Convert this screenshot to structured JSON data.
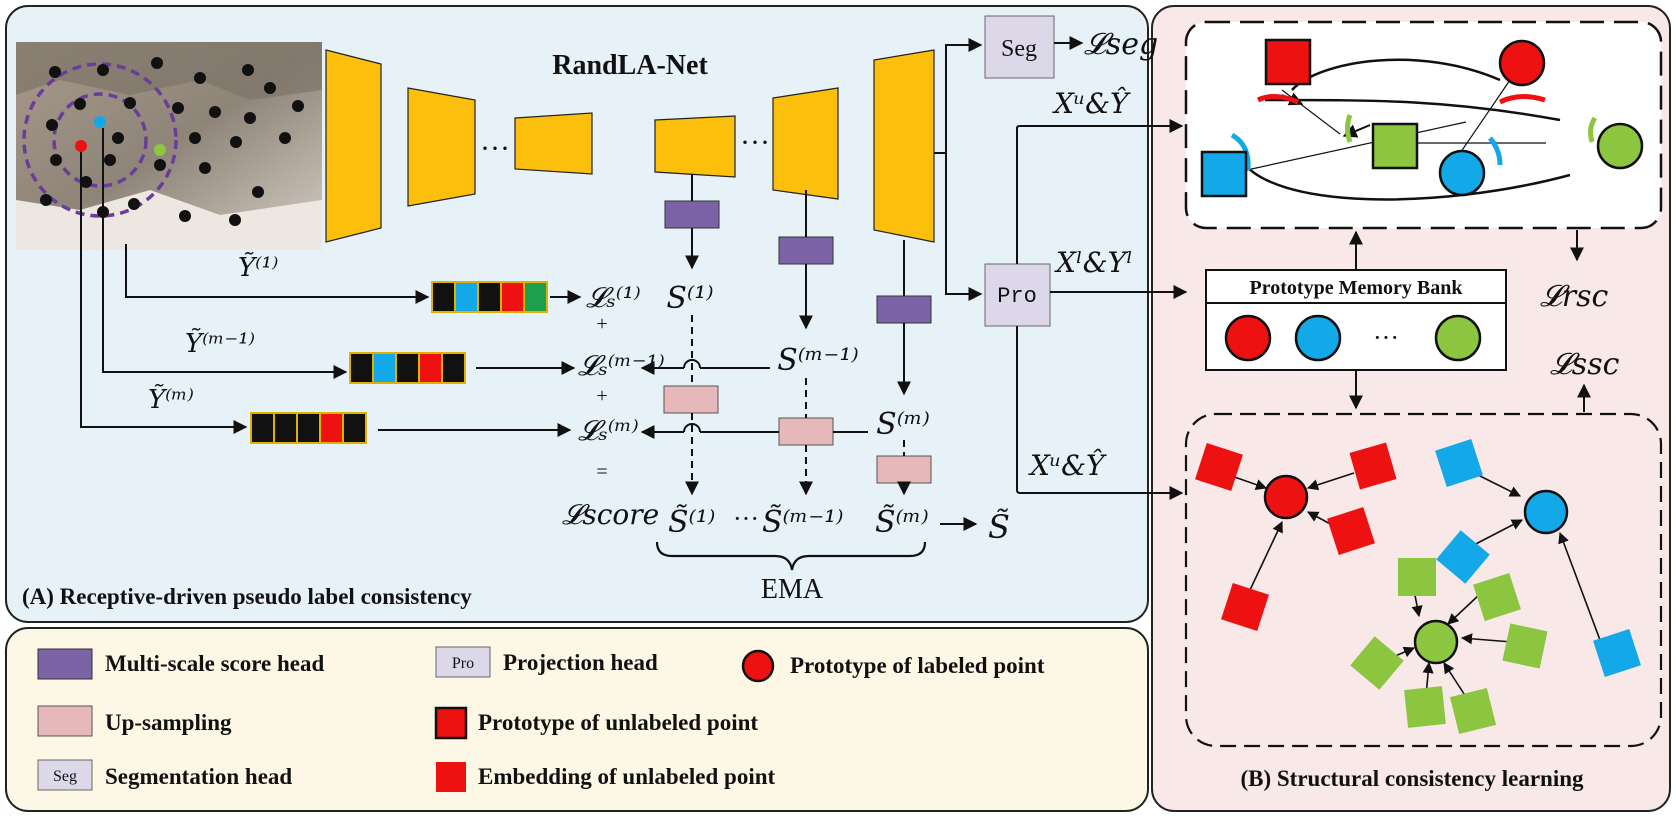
{
  "network_title": "RandLA-Net",
  "ellipsis": "···",
  "panel_a_title": "(A) Receptive-driven pseudo label consistency",
  "panel_b_title": "(B) Structural consistency learning",
  "ema_label": "EMA",
  "heads": {
    "seg": "Seg",
    "pro": "Pro"
  },
  "memory_bank": {
    "title": "Prototype Memory Bank",
    "ellipsis": "···"
  },
  "math": {
    "y1": "Ỹ⁽¹⁾",
    "ym1": "Ỹ⁽ᵐ⁻¹⁾",
    "ym": "Ỹ⁽ᵐ⁾",
    "ls1": "𝓛ₛ⁽¹⁾",
    "lsm1": "𝓛ₛ⁽ᵐ⁻¹⁾",
    "lsm": "𝓛ₛ⁽ᵐ⁾",
    "plus": "+",
    "equals": "=",
    "lscore": "𝓛score",
    "s1": "S⁽¹⁾",
    "sm1": "S⁽ᵐ⁻¹⁾",
    "sm": "S⁽ᵐ⁾",
    "st1": "S̃⁽¹⁾",
    "stm1": "S̃⁽ᵐ⁻¹⁾",
    "stm": "S̃⁽ᵐ⁾",
    "st": "S̃",
    "lseg": "𝓛seg",
    "xu_yhat": "Xᵘ&Ŷ",
    "xl_yl": "Xˡ&Yˡ",
    "lrsc": "𝓛rsc",
    "lssc": "𝓛ssc"
  },
  "legend": {
    "score_head": "Multi-scale score head",
    "upsampling": "Up-sampling",
    "seg_icon": "Seg",
    "seg_head": "Segmentation head",
    "pro_icon": "Pro",
    "pro_head": "Projection head",
    "proto_unlabeled": "Prototype of unlabeled point",
    "embed_unlabeled": "Embedding of unlabeled point",
    "proto_labeled": "Prototype of labeled point"
  },
  "colors": {
    "panel_a_bg": "#e7f1f8",
    "panel_b_bg": "#f8e8e8",
    "legend_bg": "#fdf8e6",
    "encoder": "#fbbf0c",
    "score_head": "#7b63a5",
    "upsample": "#e6b8b9",
    "head_box": "#dcd8e9",
    "red": "#ee1111",
    "blue": "#13a8e8",
    "green": "#8cc540",
    "black": "#111111"
  }
}
